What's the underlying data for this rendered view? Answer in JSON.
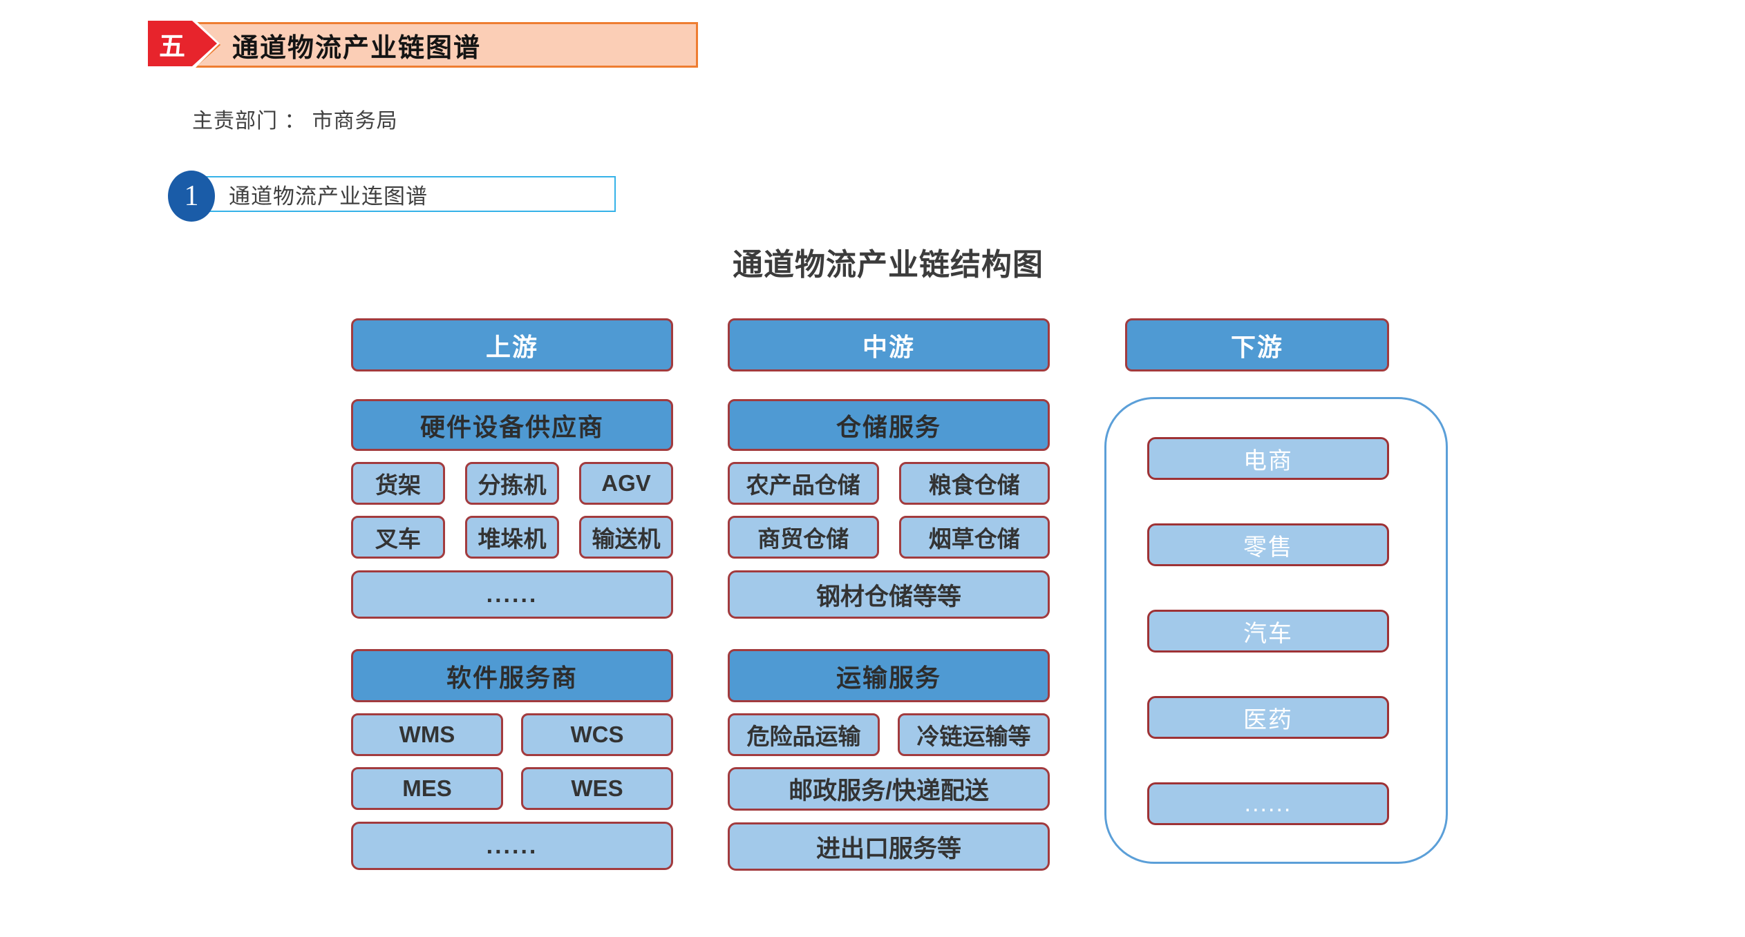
{
  "header": {
    "badge": "五",
    "title": "通道物流产业链图谱"
  },
  "department_line": "主责部门 ： 市商务局",
  "item": {
    "number": "1",
    "label": "通道物流产业连图谱"
  },
  "diagram": {
    "title": "通道物流产业链结构图",
    "columns": {
      "upstream": {
        "header": "上游",
        "hardware": {
          "title": "硬件设备供应商",
          "row1": [
            "货架",
            "分拣机",
            "AGV"
          ],
          "row2": [
            "叉车",
            "堆垛机",
            "输送机"
          ],
          "more": "......"
        },
        "software": {
          "title": "软件服务商",
          "row1": [
            "WMS",
            "WCS"
          ],
          "row2": [
            "MES",
            "WES"
          ],
          "more": "......"
        }
      },
      "midstream": {
        "header": "中游",
        "warehousing": {
          "title": "仓储服务",
          "row1": [
            "农产品仓储",
            "粮食仓储"
          ],
          "row2": [
            "商贸仓储",
            "烟草仓储"
          ],
          "more": "钢材仓储等等"
        },
        "transport": {
          "title": "运输服务",
          "row1": [
            "危险品运输",
            "冷链运输等"
          ],
          "wide1": "邮政服务/快递配送",
          "wide2": "进出口服务等"
        }
      },
      "downstream": {
        "header": "下游",
        "items": [
          "电商",
          "零售",
          "汽车",
          "医药",
          "......"
        ]
      }
    }
  },
  "colors": {
    "badge_red": "#e7242c",
    "banner_fill": "#fbceb6",
    "banner_border": "#ee7d31",
    "circle_blue": "#1a5ca8",
    "item_box_border": "#35b2e8",
    "header_blue": "#4f9ad3",
    "chip_blue": "#a2c9ea",
    "box_border_maroon": "#a23b3e",
    "downstream_container_border": "#5b9fd8"
  }
}
